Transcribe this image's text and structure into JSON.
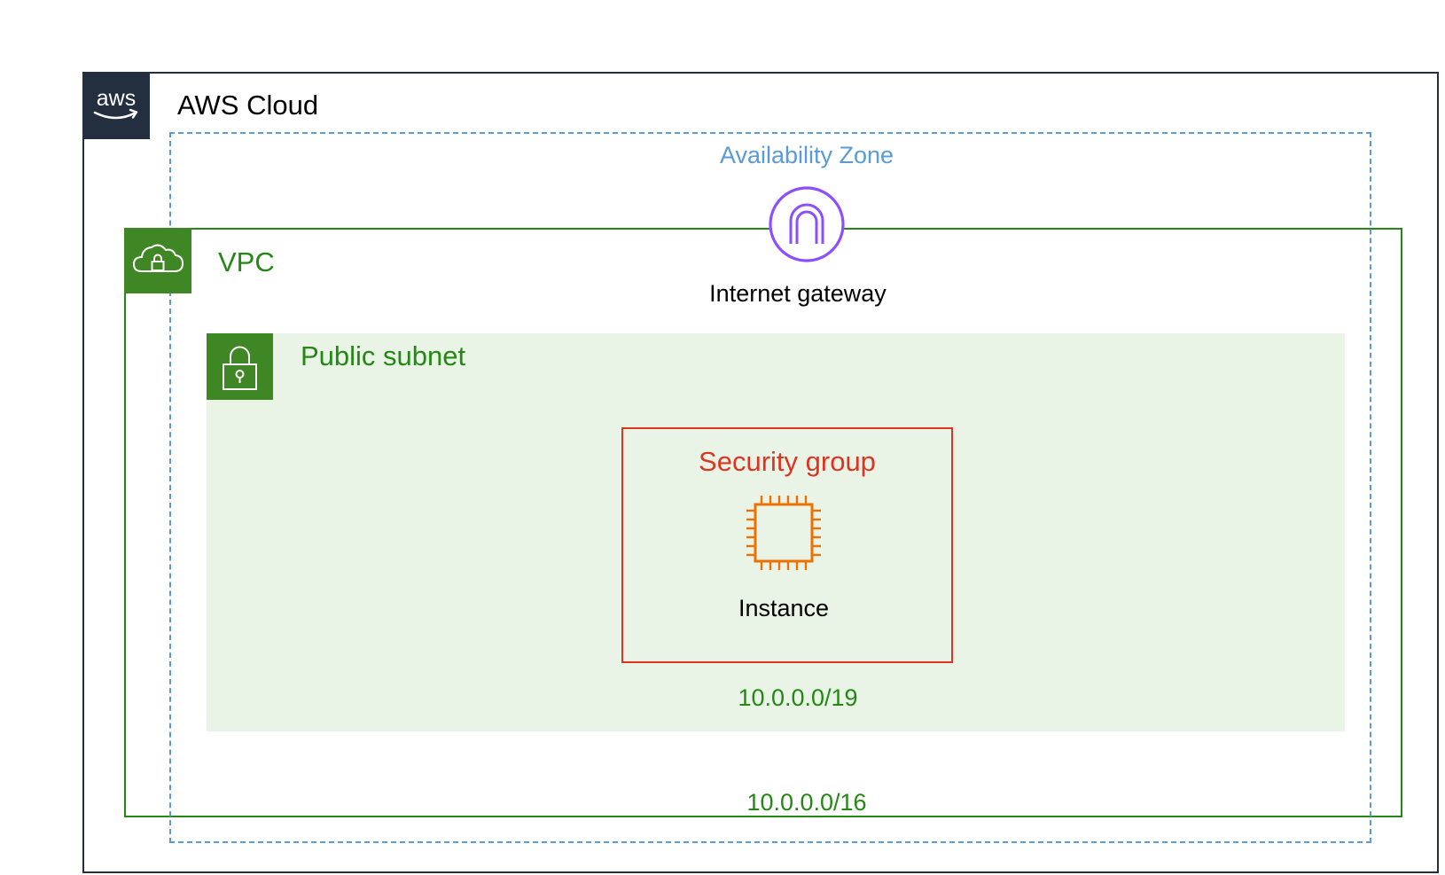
{
  "diagram": {
    "aws_cloud": {
      "label": "AWS Cloud",
      "logo_text": "aws"
    },
    "availability_zone": {
      "label": "Availability Zone"
    },
    "vpc": {
      "label": "VPC",
      "cidr": "10.0.0.0/16"
    },
    "internet_gateway": {
      "label": "Internet gateway"
    },
    "public_subnet": {
      "label": "Public subnet",
      "cidr": "10.0.0.0/19"
    },
    "security_group": {
      "label": "Security group"
    },
    "instance": {
      "label": "Instance"
    }
  },
  "icons": {
    "aws_logo": "aws-logo-icon",
    "vpc": "cloud-lock-icon",
    "subnet": "padlock-icon",
    "internet_gateway": "internet-gateway-icon",
    "instance": "ec2-instance-chip-icon"
  },
  "colors": {
    "aws_dark": "#232F3E",
    "vpc_green": "#248814",
    "icon_green": "#3F8624",
    "subnet_fill": "#E9F3E6",
    "az_blue": "#5A9BD5",
    "security_red": "#DD3522",
    "igw_purple": "#8C4FFF",
    "ec2_orange": "#ED7100"
  }
}
